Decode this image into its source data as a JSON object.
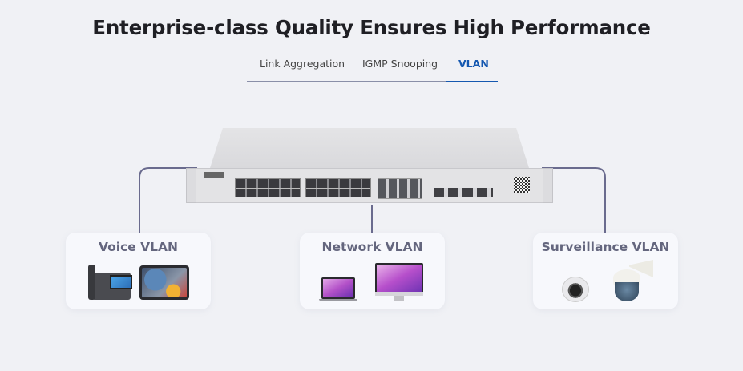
{
  "header": {
    "title": "Enterprise-class Quality Ensures High Performance"
  },
  "tabs": [
    {
      "label": "Link Aggregation",
      "active": false
    },
    {
      "label": "IGMP Snooping",
      "active": false
    },
    {
      "label": "VLAN",
      "active": true
    }
  ],
  "colors": {
    "accent": "#1558b0",
    "background": "#f0f1f5",
    "card": "#f7f8fc",
    "connector": "#6a6b8e",
    "card_title": "#64667e"
  },
  "diagram": {
    "device": "network-switch",
    "cards": [
      {
        "title": "Voice VLAN",
        "devices": [
          "ip-phone",
          "tablet"
        ]
      },
      {
        "title": "Network VLAN",
        "devices": [
          "laptop",
          "desktop-monitor"
        ]
      },
      {
        "title": "Surveillance VLAN",
        "devices": [
          "dome-camera",
          "ptz-camera"
        ]
      }
    ]
  }
}
